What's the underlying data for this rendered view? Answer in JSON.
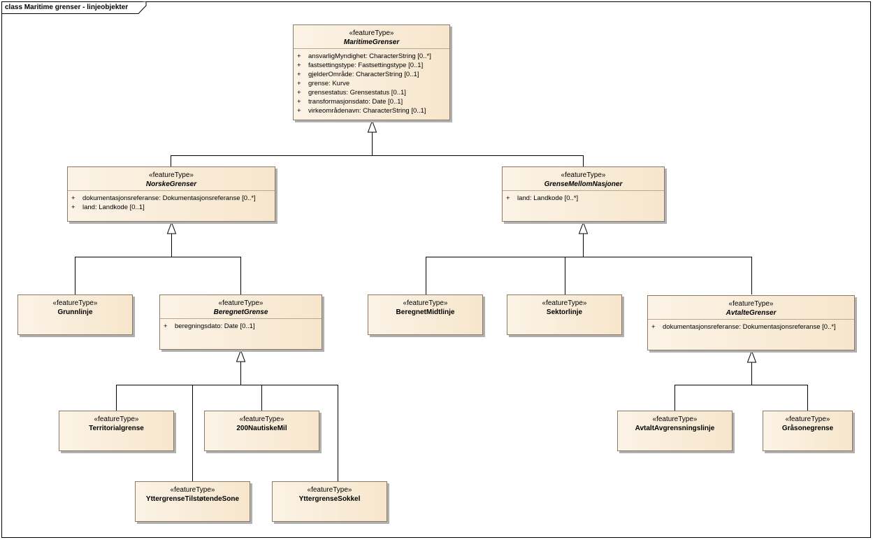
{
  "frame": {
    "title": "class Maritime grenser - linjeobjekter"
  },
  "classes": {
    "maritime": {
      "stereotype": "«featureType»",
      "name": "MaritimeGrenser",
      "attributes": [
        {
          "vis": "+",
          "text": "ansvarligMyndighet: CharacterString [0..*]"
        },
        {
          "vis": "+",
          "text": "fastsettingstype: Fastsettingstype [0..1]"
        },
        {
          "vis": "+",
          "text": "gjelderOmråde: CharacterString [0..1]"
        },
        {
          "vis": "+",
          "text": "grense: Kurve"
        },
        {
          "vis": "+",
          "text": "grensestatus: Grensestatus [0..1]"
        },
        {
          "vis": "+",
          "text": "transformasjonsdato: Date [0..1]"
        },
        {
          "vis": "+",
          "text": "virkeområdenavn: CharacterString [0..1]"
        }
      ]
    },
    "norske": {
      "stereotype": "«featureType»",
      "name": "NorskeGrenser",
      "attributes": [
        {
          "vis": "+",
          "text": "dokumentasjonsreferanse: Dokumentasjonsreferanse [0..*]"
        },
        {
          "vis": "+",
          "text": "land: Landkode [0..1]"
        }
      ]
    },
    "mellom": {
      "stereotype": "«featureType»",
      "name": "GrenseMellomNasjoner",
      "attributes": [
        {
          "vis": "+",
          "text": "land: Landkode [0..*]"
        }
      ]
    },
    "grunnlinje": {
      "stereotype": "«featureType»",
      "name": "Grunnlinje"
    },
    "beregnet": {
      "stereotype": "«featureType»",
      "name": "BeregnetGrense",
      "attributes": [
        {
          "vis": "+",
          "text": "beregningsdato: Date [0..1]"
        }
      ]
    },
    "midtlinje": {
      "stereotype": "«featureType»",
      "name": "BeregnetMidtlinje"
    },
    "sektorlinje": {
      "stereotype": "«featureType»",
      "name": "Sektorlinje"
    },
    "avtalte": {
      "stereotype": "«featureType»",
      "name": "AvtalteGrenser",
      "attributes": [
        {
          "vis": "+",
          "text": "dokumentasjonsreferanse: Dokumentasjonsreferanse [0..*]"
        }
      ]
    },
    "territorial": {
      "stereotype": "«featureType»",
      "name": "Territorialgrense"
    },
    "nautiske": {
      "stereotype": "«featureType»",
      "name": "200NautiskeMil"
    },
    "tilstotende": {
      "stereotype": "«featureType»",
      "name": "YttergrenseTilstøtendeSone"
    },
    "sokkel": {
      "stereotype": "«featureType»",
      "name": "YttergrenseSokkel"
    },
    "avgrensning": {
      "stereotype": "«featureType»",
      "name": "AvtaltAvgrensningslinje"
    },
    "grasone": {
      "stereotype": "«featureType»",
      "name": "Gråsonegrense"
    }
  }
}
